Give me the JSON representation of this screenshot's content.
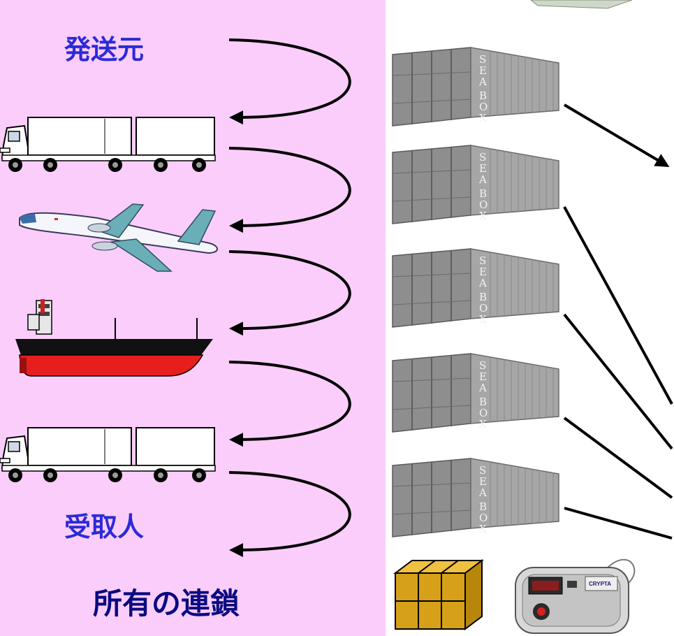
{
  "chain": {
    "origin_label": "発送元",
    "destination_label": "受取人",
    "caption": "所有の連鎖"
  },
  "containers": {
    "count": 5,
    "side_text": [
      "S",
      "E",
      "A",
      "B",
      "O",
      "X"
    ]
  },
  "device": {
    "brand": "CRYPTA"
  },
  "colors": {
    "panel_bg": "#fbcdfb",
    "label_text": "#2b2bd6",
    "caption_text": "#0a0a80",
    "container_gray": "#8e8e8e",
    "ship_hull_red": "#e61e1e",
    "box_gold": "#d6a019"
  },
  "icons": [
    "truck-icon",
    "airplane-icon",
    "cargo-ship-icon",
    "truck-icon",
    "shipping-container-icon",
    "cardboard-boxes-icon",
    "tracking-device-icon"
  ]
}
